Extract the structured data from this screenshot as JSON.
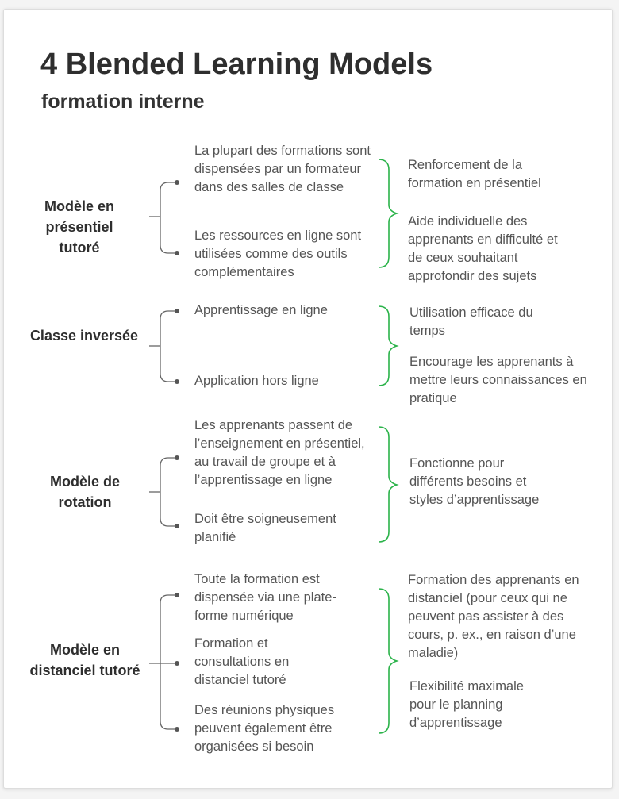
{
  "header": {
    "title": "4 Blended Learning Models",
    "subtitle": "formation interne"
  },
  "colors": {
    "bracket_left": "#666666",
    "bracket_right": "#2bb34a",
    "title": "#2e2e2e",
    "text": "#555555"
  },
  "models": [
    {
      "name": "Modèle en présentiel tutoré",
      "items": [
        "La plupart des formations sont dispensées par un formateur dans des salles de classe",
        "Les ressources en ligne sont utilisées comme des outils complémentaires"
      ],
      "benefits": [
        "Renforcement de la formation en présentiel",
        "Aide individuelle des apprenants en difficulté et de ceux souhaitant approfondir des sujets"
      ]
    },
    {
      "name": "Classe inversée",
      "items": [
        "Apprentissage en ligne",
        "Application hors ligne"
      ],
      "benefits": [
        "Utilisation efficace du temps",
        "Encourage les apprenants à mettre leurs connaissances en pratique"
      ]
    },
    {
      "name": "Modèle de rotation",
      "items": [
        "Les apprenants passent de l’enseignement en présentiel, au travail de groupe et à l’apprentissage en ligne",
        "Doit être soigneusement planifié"
      ],
      "benefits": [
        "Fonctionne pour différents besoins et styles d’apprentissage"
      ]
    },
    {
      "name": "Modèle en distanciel tutoré",
      "items": [
        "Toute la formation est dispensée via une plate-forme numérique",
        "Formation et consultations en distanciel tutoré",
        "Des réunions physiques peuvent également être organisées si besoin"
      ],
      "benefits": [
        "Formation des apprenants en distanciel (pour ceux qui ne peuvent pas assister à des cours, p. ex., en raison d’une maladie)",
        "Flexibilité maximale pour le planning d’apprentissage"
      ]
    }
  ]
}
